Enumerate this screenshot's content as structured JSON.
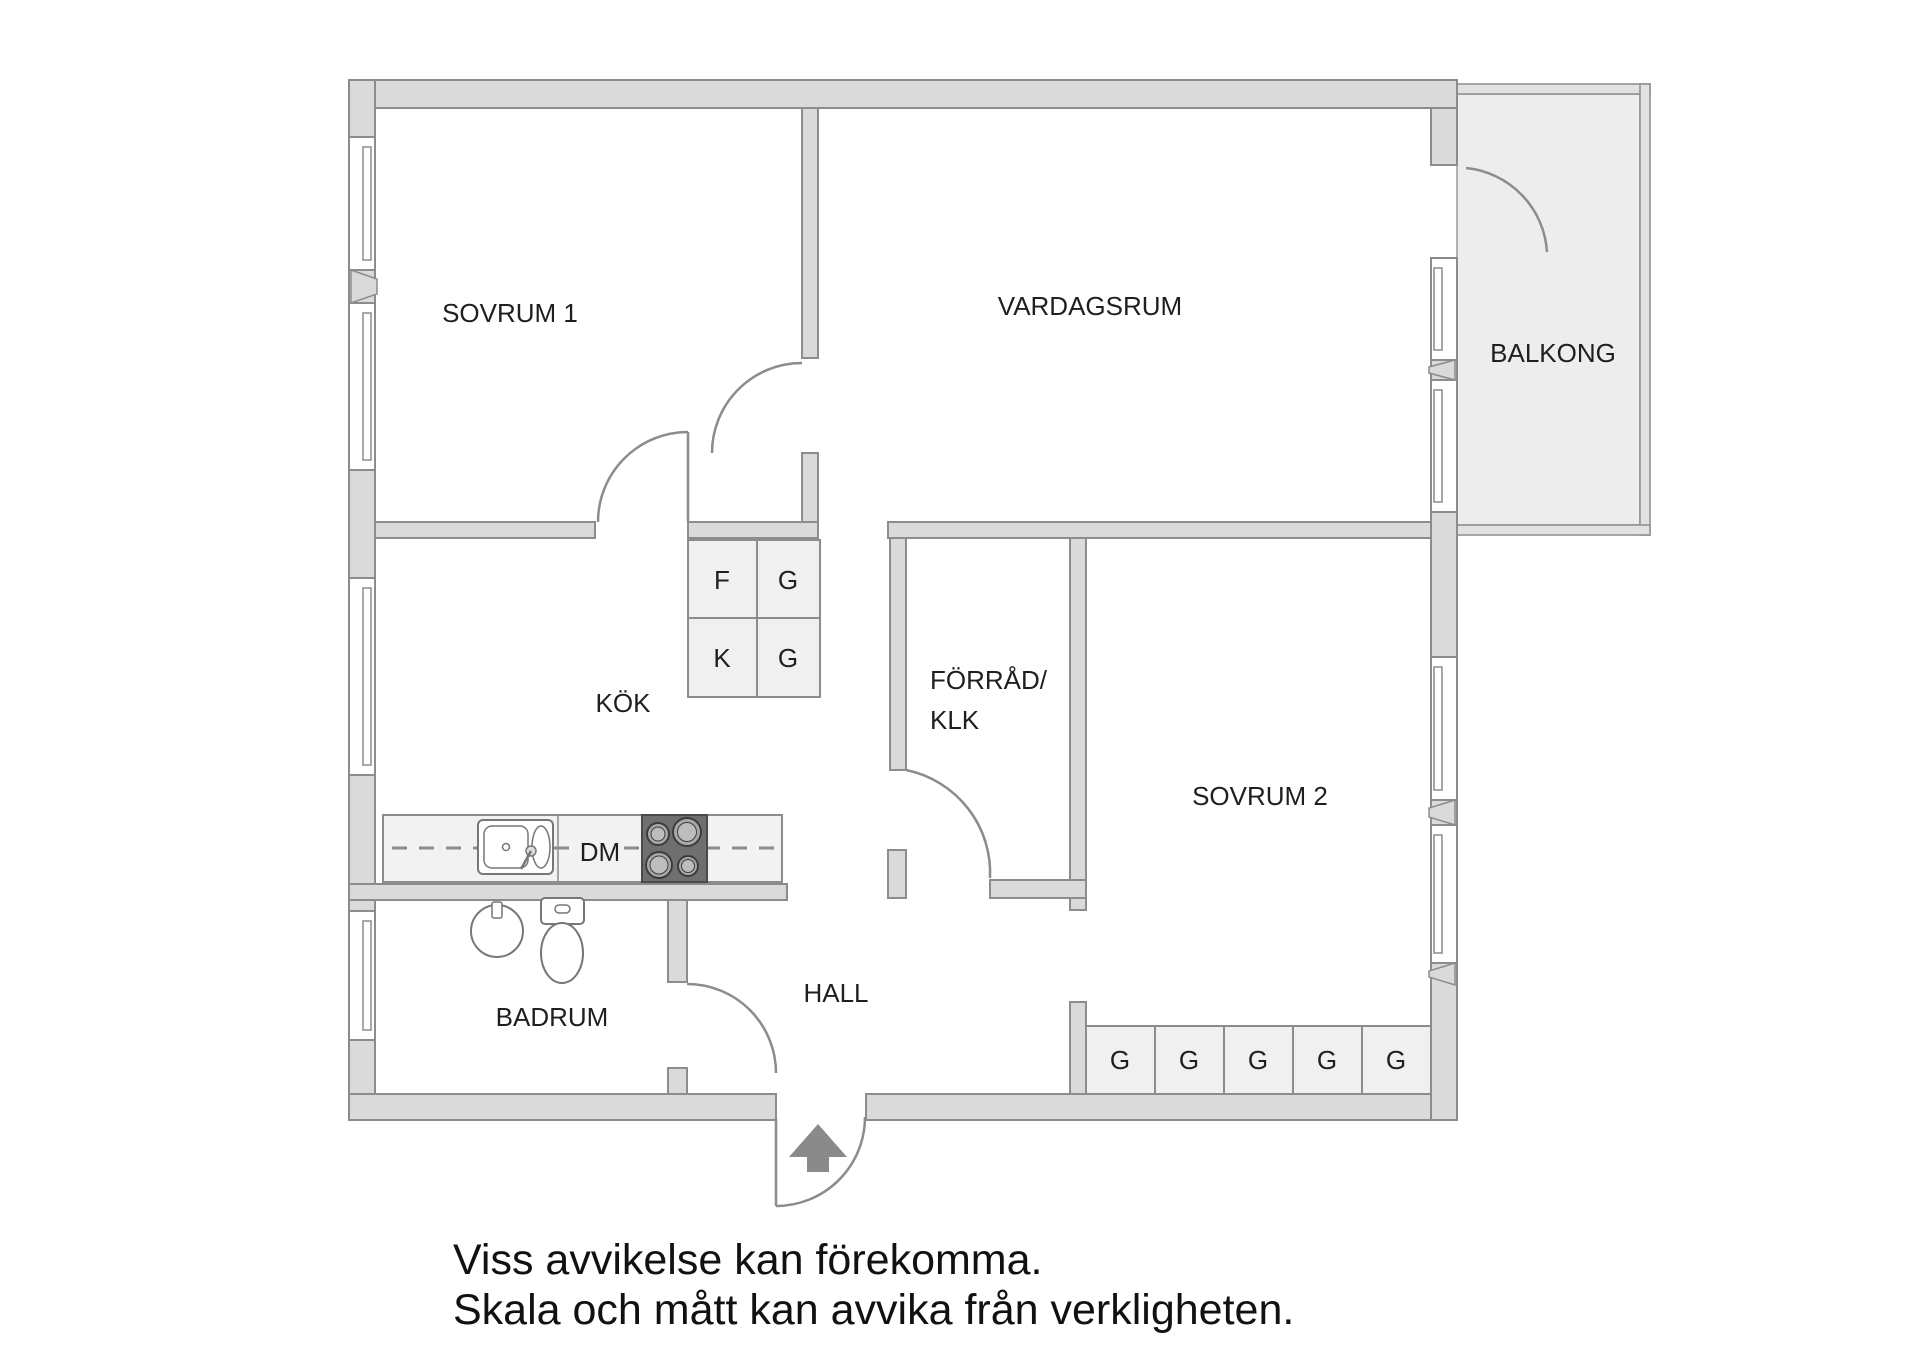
{
  "floorplan": {
    "rooms": {
      "sovrum1": "SOVRUM 1",
      "vardagsrum": "VARDAGSRUM",
      "balkong": "BALKONG",
      "kok": "KÖK",
      "forrad_line1": "FÖRRÅD/",
      "forrad_line2": "KLK",
      "sovrum2": "SOVRUM 2",
      "badrum": "BADRUM",
      "hall": "HALL"
    },
    "kitchen": {
      "dishwasher": "DM",
      "cabinets": [
        "F",
        "G",
        "K",
        "G"
      ]
    },
    "wardrobes": [
      "G",
      "G",
      "G",
      "G",
      "G"
    ],
    "disclaimer": [
      "Viss avvikelse kan förekomma.",
      "Skala och mått kan avvika från verkligheten."
    ],
    "colors": {
      "wall": "#dadada",
      "wall_outline": "#8c8c8c",
      "balcony_floor": "#ededed",
      "fixture_fill": "#f0f0f0",
      "stove": "#6f6f6f",
      "entrance_arrow": "#8a8a8a",
      "text": "#1f1f1f"
    }
  }
}
